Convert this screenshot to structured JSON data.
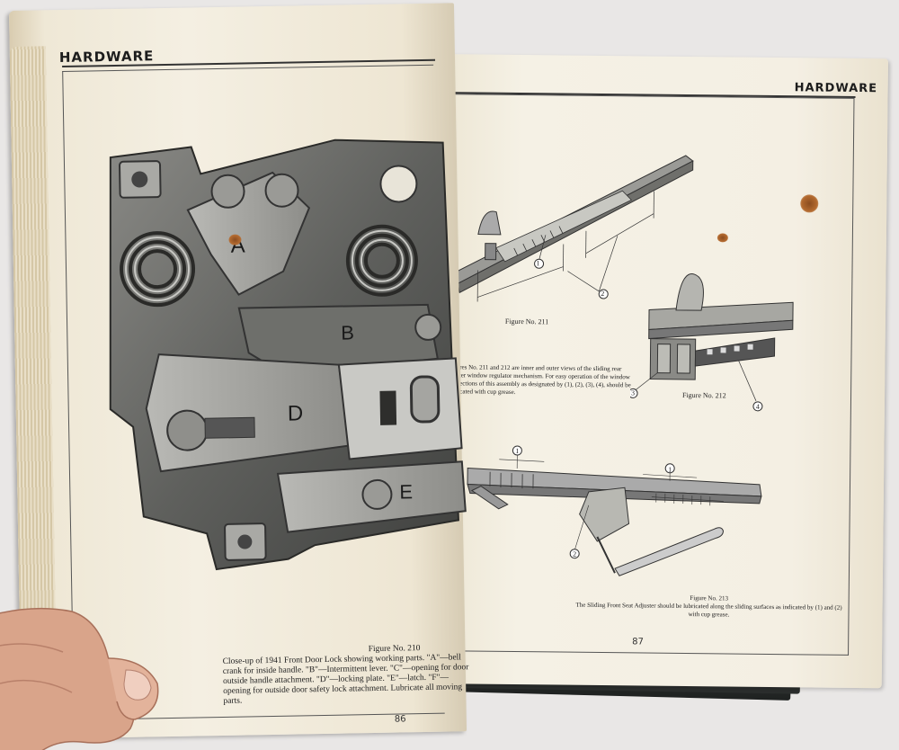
{
  "left_page": {
    "header": "HARDWARE",
    "figure_label": "Figure No. 210",
    "caption": "Close-up of 1941 Front Door Lock showing working parts. \"A\"—bell crank for inside handle. \"B\"—Intermittent lever. \"C\"—opening for door outside handle attachment. \"D\"—locking plate. \"E\"—latch. \"F\"—opening for outside door safety lock attachment. Lubricate all moving parts.",
    "part_labels": [
      "A",
      "B",
      "D",
      "E"
    ],
    "page_number": "86"
  },
  "right_page": {
    "header": "HARDWARE",
    "figure_211_label": "Figure No. 211",
    "figure_212_label": "Figure No. 212",
    "figure_213_label": "Figure No. 213",
    "figures_211_212_text": "Figures No. 211 and 212 are inner and outer views of the sliding rear quarter window regulator mechanism. For easy operation of the window the sections of this assembly as designated by (1), (2), (3), (4), should be lubricated with cup grease.",
    "figure_213_caption": "The Sliding Front Seat Adjuster should be lubricated along the sliding surfaces as indicated by (1) and (2) with cup grease.",
    "callouts_211": [
      "1",
      "2"
    ],
    "callouts_212": [
      "3",
      "4"
    ],
    "callouts_213": [
      "1",
      "1",
      "2"
    ],
    "page_number": "87"
  },
  "colors": {
    "paper": "#f4efe2",
    "ink": "#1c1c1c",
    "cover": "#2b2e2d",
    "background": "#e9e7e6"
  }
}
